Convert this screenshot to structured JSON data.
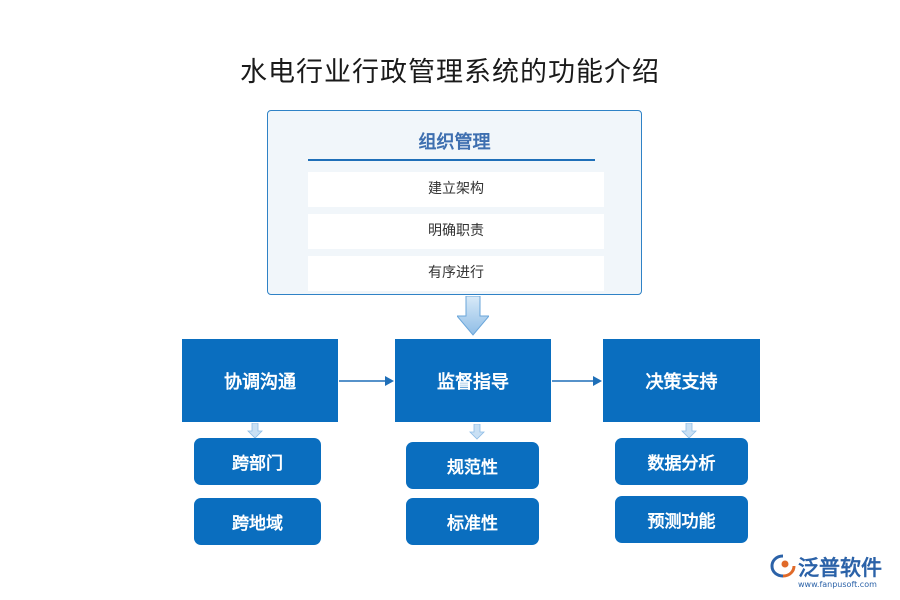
{
  "title": "水电行业行政管理系统的功能介绍",
  "org": {
    "title": "组织管理",
    "items": [
      "建立架构",
      "明确职责",
      "有序进行"
    ]
  },
  "columns": [
    {
      "label": "协调沟通",
      "subs": [
        "跨部门",
        "跨地域"
      ]
    },
    {
      "label": "监督指导",
      "subs": [
        "规范性",
        "标准性"
      ]
    },
    {
      "label": "决策支持",
      "subs": [
        "数据分析",
        "预测功能"
      ]
    }
  ],
  "logo": {
    "name": "泛普软件",
    "url": "www.fanpusoft.com"
  },
  "colors": {
    "box": "#0a6ebf",
    "panel_border": "#2f82c6",
    "panel_bg": "#f1f6fa",
    "arrow": "#a9cdec"
  }
}
